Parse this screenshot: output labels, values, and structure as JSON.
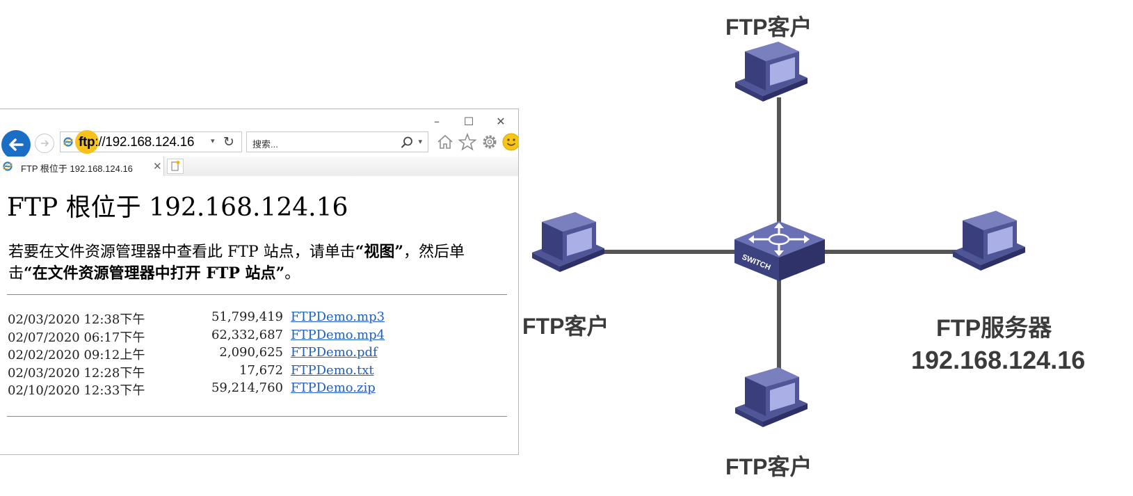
{
  "browser": {
    "window_controls": {
      "minimize": "–",
      "maximize": "☐",
      "close": "✕"
    },
    "address": {
      "scheme": "ftp",
      "rest": "://192.168.124.16"
    },
    "search": {
      "placeholder": "搜索..."
    },
    "tab": {
      "title": "FTP 根位于 192.168.124.16",
      "close": "✕"
    },
    "page": {
      "heading": "FTP 根位于 192.168.124.16",
      "instruction_prefix": "若要在文件资源管理器中查看此 FTP 站点，请单击",
      "instruction_bold1": "“视图”",
      "instruction_mid": "，然后单击",
      "instruction_bold2": "“在文件资源管理器中打开 FTP 站点”",
      "instruction_suffix": "。",
      "files": [
        {
          "date": "02/03/2020 12:38下午",
          "size": "51,799,419",
          "name": "FTPDemo.mp3"
        },
        {
          "date": "02/07/2020 06:17下午",
          "size": "62,332,687",
          "name": "FTPDemo.mp4"
        },
        {
          "date": "02/02/2020 09:12上午",
          "size": "2,090,625",
          "name": "FTPDemo.pdf"
        },
        {
          "date": "02/03/2020 12:28下午",
          "size": "17,672",
          "name": "FTPDemo.txt"
        },
        {
          "date": "02/10/2020 12:33下午",
          "size": "59,214,760",
          "name": "FTPDemo.zip"
        }
      ]
    },
    "icons": [
      "back-arrow-icon",
      "forward-arrow-icon",
      "ie-logo-icon",
      "refresh-icon",
      "search-icon",
      "home-icon",
      "favorites-star-icon",
      "settings-gear-icon",
      "smiley-feedback-icon",
      "new-tab-icon"
    ]
  },
  "diagram": {
    "client_top_label": "FTP客户",
    "client_left_label": "FTP客户",
    "client_bottom_label": "FTP客户",
    "server_label": "FTP服务器",
    "server_ip": "192.168.124.16",
    "switch_text": "SWITCH",
    "colors": {
      "device": "#4f5596",
      "device_light": "#7a80bd",
      "screen": "#aab0e6",
      "link": "#555555",
      "label": "#3b3b3b",
      "accent_blue": "#1a6fc4",
      "cursor_yellow": "#f7c21b"
    }
  }
}
